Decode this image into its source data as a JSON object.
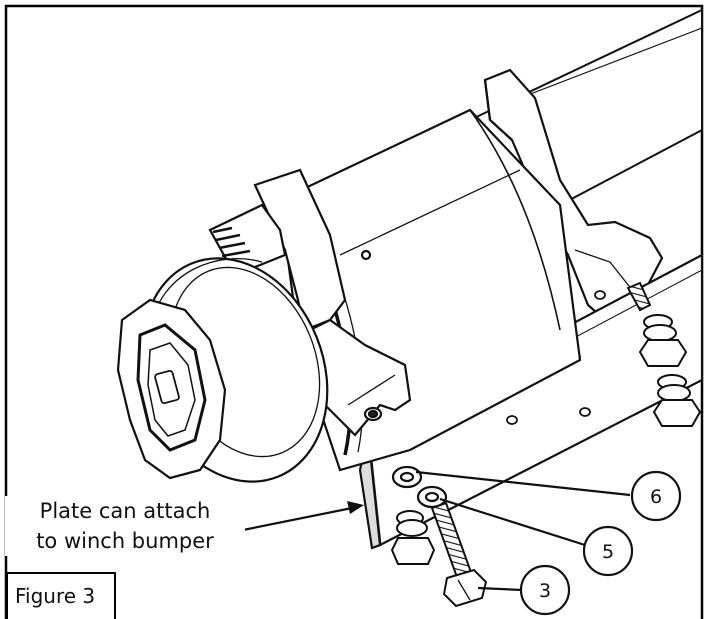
{
  "diagram": {
    "caption_line1": "Plate can attach",
    "caption_line2": "to winch bumper",
    "figure_label": "Figure 3",
    "callouts": [
      {
        "number": "6"
      },
      {
        "number": "5"
      },
      {
        "number": "3"
      }
    ]
  }
}
